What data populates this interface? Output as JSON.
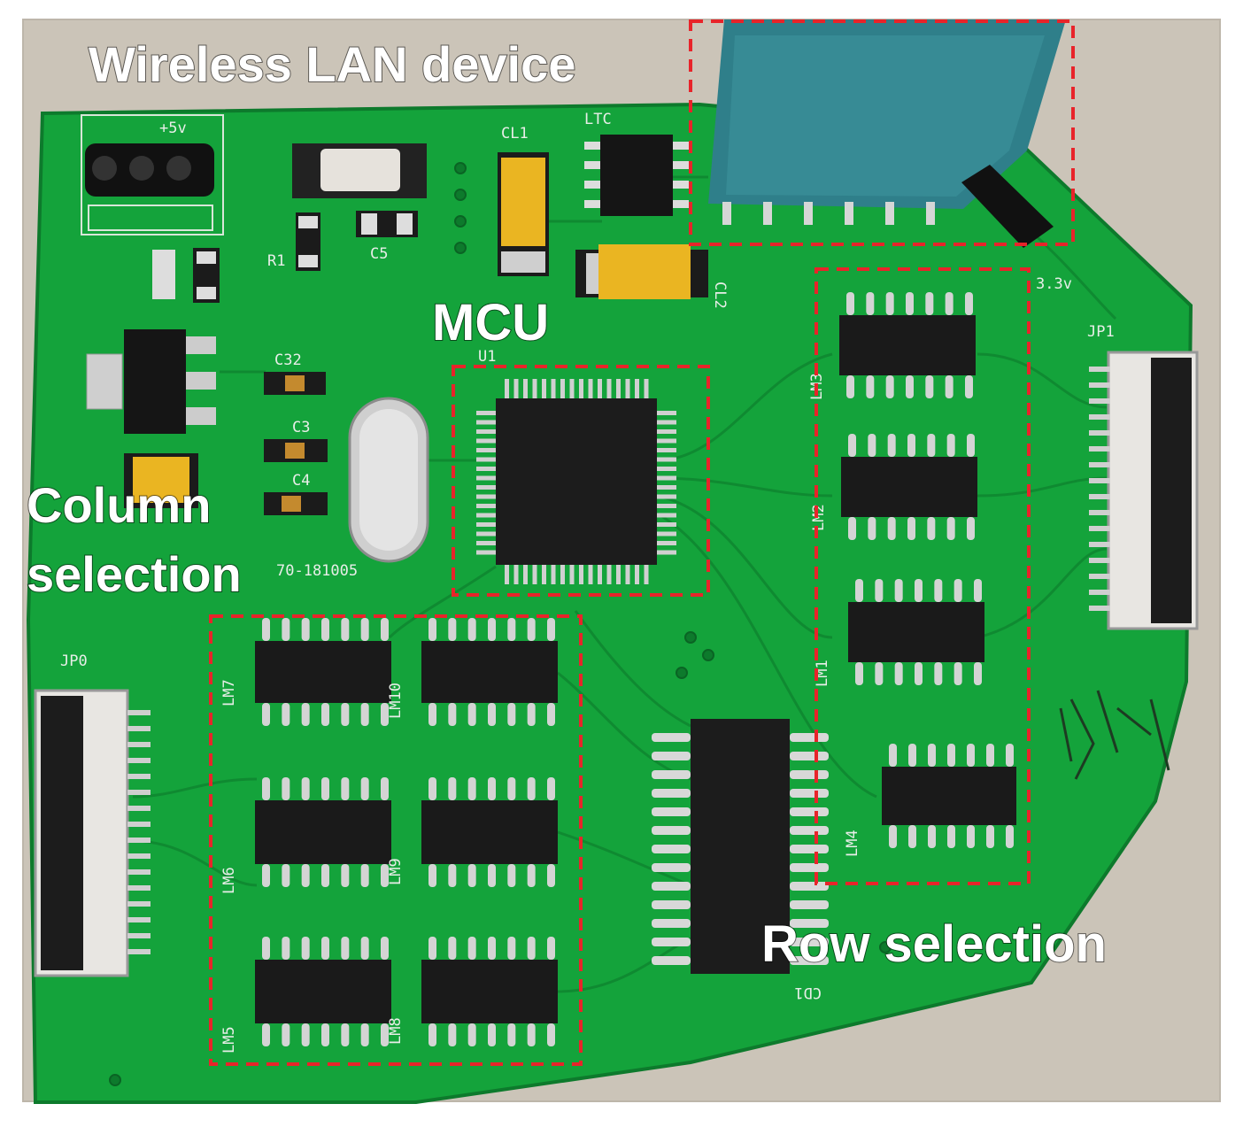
{
  "callouts": {
    "wireless": "Wireless LAN device",
    "mcu": "MCU",
    "column_line1": "Column",
    "column_line2": "selection",
    "row": "Row selection"
  },
  "silkscreen": {
    "jp0": "JP0",
    "jp1": "JP1",
    "r1": "R1",
    "c5": "C5",
    "c32": "C32",
    "c3": "C3",
    "c4": "C4",
    "cl1": "CL1",
    "cl2": "CL2",
    "ltc": "LTC",
    "u1": "U1",
    "v5": "+5v",
    "v33": "3.3v",
    "cd1": "CD1",
    "lm1": "LM1",
    "lm2": "LM2",
    "lm3": "LM3",
    "lm4": "LM4",
    "lm5": "LM5",
    "lm6": "LM6",
    "lm7": "LM7",
    "lm8": "LM8",
    "lm9": "LM9",
    "lm10": "LM10",
    "crystal": "70-181005"
  },
  "colors": {
    "board": "#13a03a",
    "board_dark": "#0c7a2b",
    "background": "#c9c2b6",
    "highlight_box": "#e8242a",
    "chip": "#1a1a1a",
    "module": "#2f7f8a",
    "capacitor": "#e8b21e"
  },
  "icons": {
    "handwriting": "signature-scribble"
  }
}
